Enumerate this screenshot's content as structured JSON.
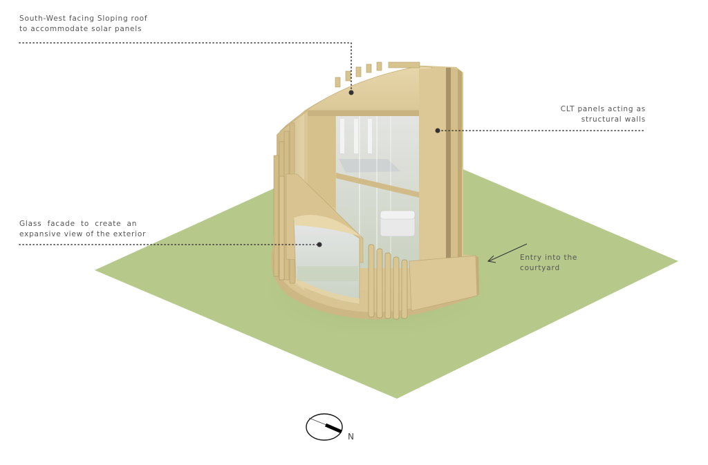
{
  "diagram": {
    "type": "axonometric-architectural-diagram",
    "subject": "Timber tower with CLT walls on green ground plane",
    "colors": {
      "ground": "#b6c88a",
      "ground_shade": "#a9be7c",
      "timber": "#dcc898",
      "timber_dark": "#c4ad78",
      "timber_light": "#e8d9b0",
      "glass": "#d8dde0",
      "text": "#555555",
      "leader": "#333333"
    },
    "annotations": [
      {
        "id": "roof",
        "lines": [
          "South-West facing Sloping roof",
          "to accommodate solar panels"
        ],
        "target": "sloping roof"
      },
      {
        "id": "clt",
        "lines": [
          "CLT panels acting as",
          "structural walls"
        ],
        "target": "CLT wall"
      },
      {
        "id": "glass",
        "lines": [
          "Glass facade to create an",
          "expansive view of the exterior"
        ],
        "target": "glass facade"
      },
      {
        "id": "entry",
        "lines": [
          "Entry into the",
          "courtyard"
        ],
        "target": "courtyard entry"
      }
    ],
    "north_arrow": {
      "label": "N",
      "icon": "north-arrow-icon"
    }
  }
}
